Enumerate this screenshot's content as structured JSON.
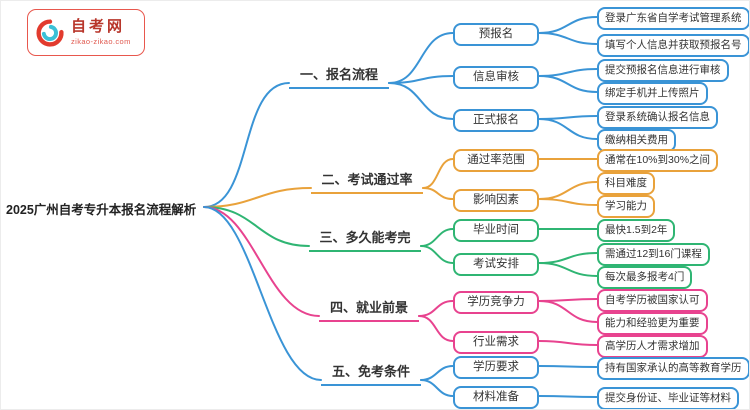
{
  "logo": {
    "site_name": "自考网",
    "site_url": "zikao-zikao.com",
    "primary_color": "#e23b2e",
    "accent_color": "#3bc0d6"
  },
  "root": {
    "title": "2025广州自考专升本报名流程解析"
  },
  "branches": [
    {
      "label": "一、报名流程",
      "color": "#3a94d6",
      "children": [
        {
          "label": "预报名",
          "leaves": [
            "登录广东省自学考试管理系统",
            "填写个人信息并获取预报名号"
          ]
        },
        {
          "label": "信息审核",
          "leaves": [
            "提交预报名信息进行审核",
            "绑定手机并上传照片"
          ]
        },
        {
          "label": "正式报名",
          "leaves": [
            "登录系统确认报名信息",
            "缴纳相关费用"
          ]
        }
      ]
    },
    {
      "label": "二、考试通过率",
      "color": "#e9a23b",
      "children": [
        {
          "label": "通过率范围",
          "leaves": [
            "通常在10%到30%之间"
          ]
        },
        {
          "label": "影响因素",
          "leaves": [
            "科目难度",
            "学习能力"
          ]
        }
      ]
    },
    {
      "label": "三、多久能考完",
      "color": "#2fb573",
      "children": [
        {
          "label": "毕业时间",
          "leaves": [
            "最快1.5到2年"
          ]
        },
        {
          "label": "考试安排",
          "leaves": [
            "需通过12到16门课程",
            "每次最多报考4门"
          ]
        }
      ]
    },
    {
      "label": "四、就业前景",
      "color": "#e8438f",
      "children": [
        {
          "label": "学历竞争力",
          "leaves": [
            "自考学历被国家认可",
            "能力和经验更为重要"
          ]
        },
        {
          "label": "行业需求",
          "leaves": [
            "高学历人才需求增加"
          ]
        }
      ]
    },
    {
      "label": "五、免考条件",
      "color": "#3a94d6",
      "children": [
        {
          "label": "学历要求",
          "leaves": [
            "持有国家承认的高等教育学历"
          ]
        },
        {
          "label": "材料准备",
          "leaves": [
            "提交身份证、毕业证等材料"
          ]
        }
      ]
    }
  ]
}
